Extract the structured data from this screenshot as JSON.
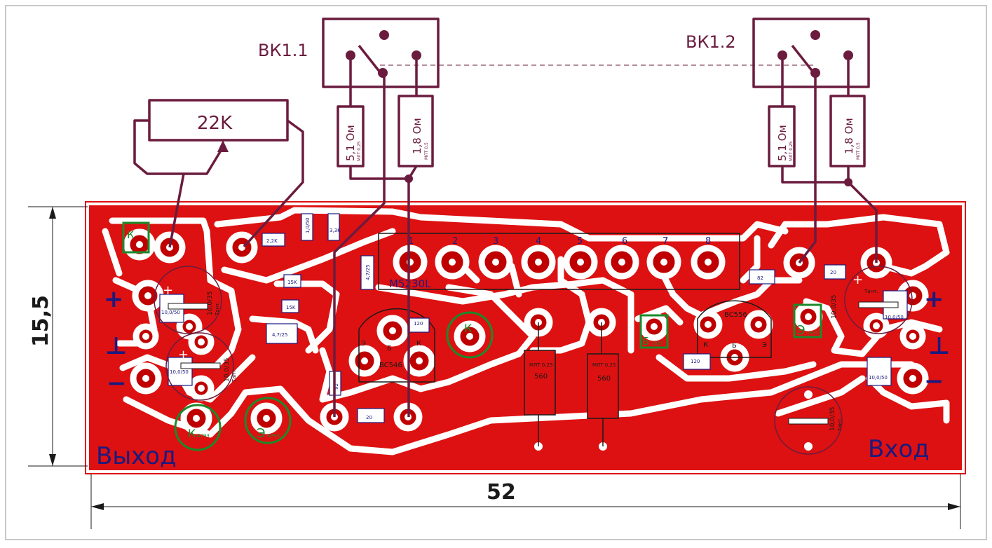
{
  "schematic": {
    "switch_1": "ВК1.1",
    "switch_2": "ВК1.2",
    "potentiometer": "22K",
    "res_5_1": "5,1 Ом",
    "res_5_1_type": "МЛТ 0,25",
    "res_1_8": "1,8 Ом",
    "res_1_8_type": "МЛТ 0,5"
  },
  "board": {
    "chip_name": "M5230L",
    "pins": [
      "1",
      "2",
      "3",
      "4",
      "5",
      "6",
      "7",
      "8"
    ],
    "output_label": "Выход",
    "input_label": "Вход",
    "transistor_left": "BC546",
    "transistor_right": "BC556",
    "transistor_left_pins": [
      "Э",
      "Б",
      "К"
    ],
    "transistor_right_pins": [
      "К",
      "Б",
      "Э"
    ],
    "kt4793_k": "К",
    "kt4793_e": "Э",
    "kt4793_num": "4793",
    "kt1837_e": "Э",
    "kt1837_b": "Б",
    "kt1837_k": "К",
    "kt1837_num": "1837",
    "smd": {
      "r_2_2k": "2,2K",
      "c_1_50": "1,0/50",
      "r_3_3k": "3,3K",
      "c_4_7_25a": "4,7/25",
      "r_15k_a": "15K",
      "r_15k_b": "15K",
      "c_4_7_25b": "4,7/25",
      "r_120_a": "120",
      "r_92": "92",
      "r_20_a": "20",
      "r_82": "82",
      "r_20_b": "20",
      "r_120_b": "120",
      "c_10_50_a": "10,0/50",
      "c_10_50_b": "10,0/50",
      "c_10_50_c": "10,0/50",
      "c_10_50_d": "10,0/50"
    },
    "res_560_a_type": "МЛТ 0,25",
    "res_560_a": "560",
    "res_560_b_type": "МЛТ 0,25",
    "res_560_b": "560",
    "cap_tant_1": "10,0/35",
    "cap_tant_2": "10,0/35",
    "cap_tant_3": "10,0/35",
    "cap_tant_4": "10,0/35",
    "tant": "Тант.",
    "plus": "+",
    "minus": "−",
    "ground": "⊥"
  },
  "dimensions": {
    "height": "15,5",
    "width": "52"
  },
  "colors": {
    "board": "#dd1111",
    "schematic": "#6b1c3e",
    "label_blue": "#1a1a80",
    "silk_green": "#1a8a2a"
  }
}
